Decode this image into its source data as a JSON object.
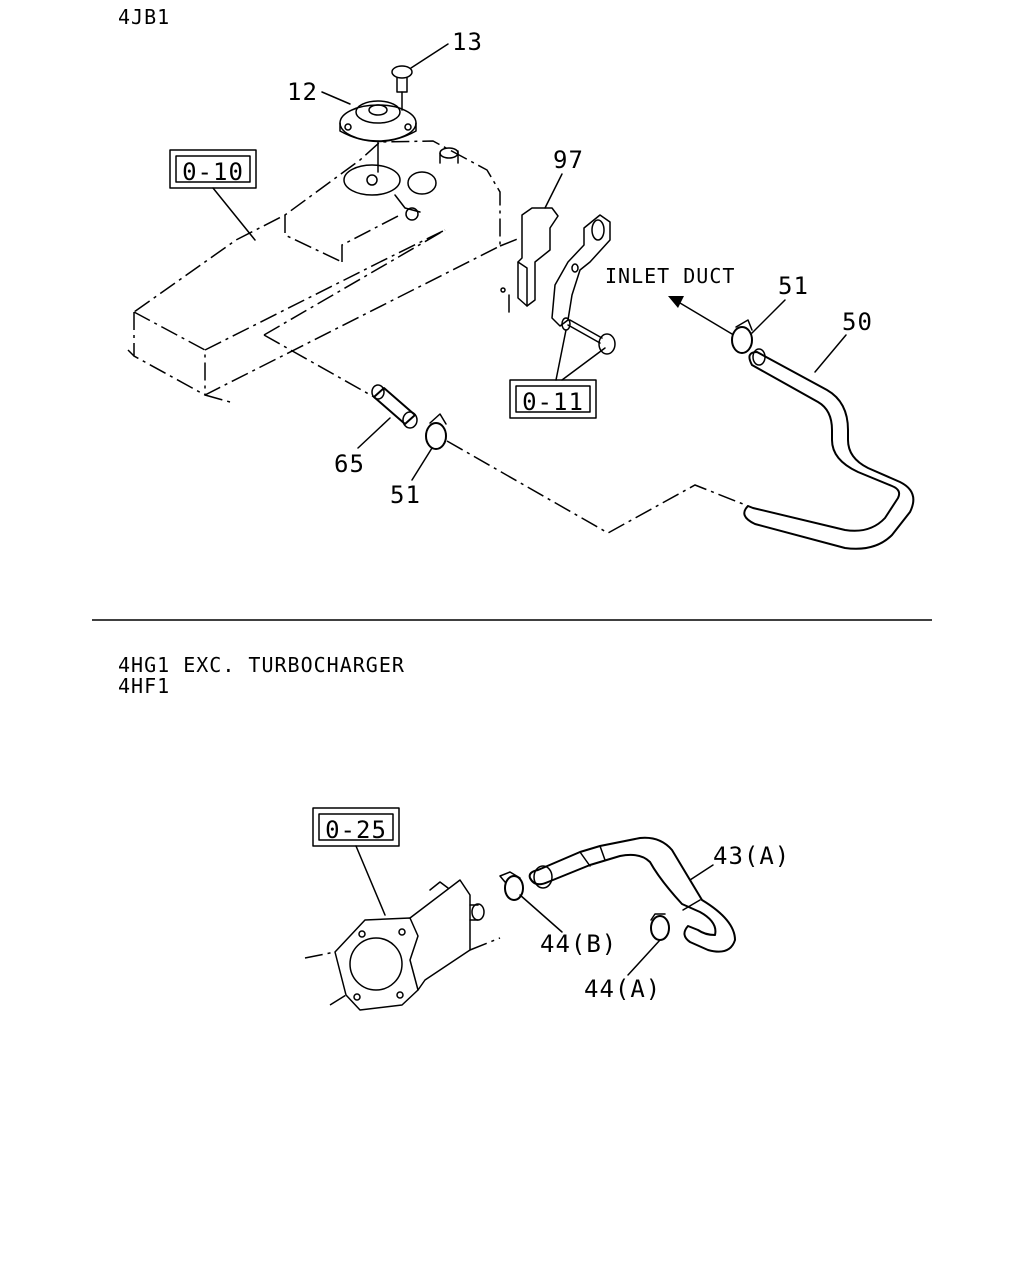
{
  "section_top": {
    "engine_model": "4JB1",
    "ref_boxes": [
      "0-10",
      "0-11"
    ],
    "callouts": [
      "13",
      "12",
      "97",
      "51",
      "50",
      "65",
      "51"
    ],
    "inlet_duct_label": "INLET DUCT"
  },
  "section_bottom": {
    "engine_models": [
      "4HG1 EXC. TURBOCHARGER",
      "4HF1"
    ],
    "ref_box": "0-25",
    "callouts": [
      "43(A)",
      "44(B)",
      "44(A)"
    ]
  }
}
